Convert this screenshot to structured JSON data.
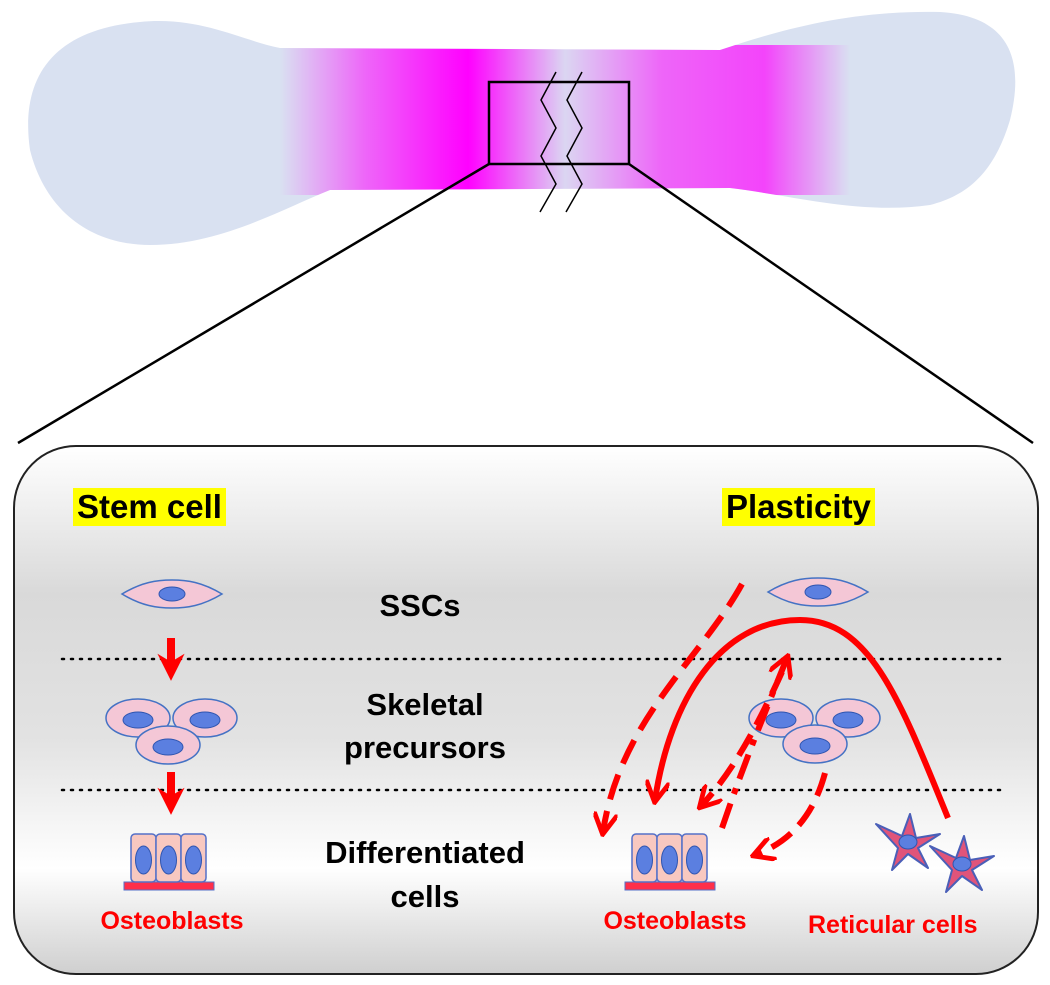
{
  "headings": {
    "left": "Stem cell",
    "right": "Plasticity"
  },
  "stages": {
    "ssc": "SSCs",
    "precursors_line1": "Skeletal",
    "precursors_line2": "precursors",
    "differentiated_line1": "Differentiated",
    "differentiated_line2": "cells"
  },
  "cell_labels": {
    "left_osteoblasts": "Osteoblasts",
    "right_osteoblasts": "Osteoblasts",
    "reticular": "Reticular cells"
  },
  "colors": {
    "bone": "#d9e1f1",
    "marrow": "#ff00ff",
    "highlight": "#ffff00",
    "arrow": "#ff0000",
    "cell_fill": "#f4c7d6",
    "nucleus": "#5b7fe0"
  }
}
